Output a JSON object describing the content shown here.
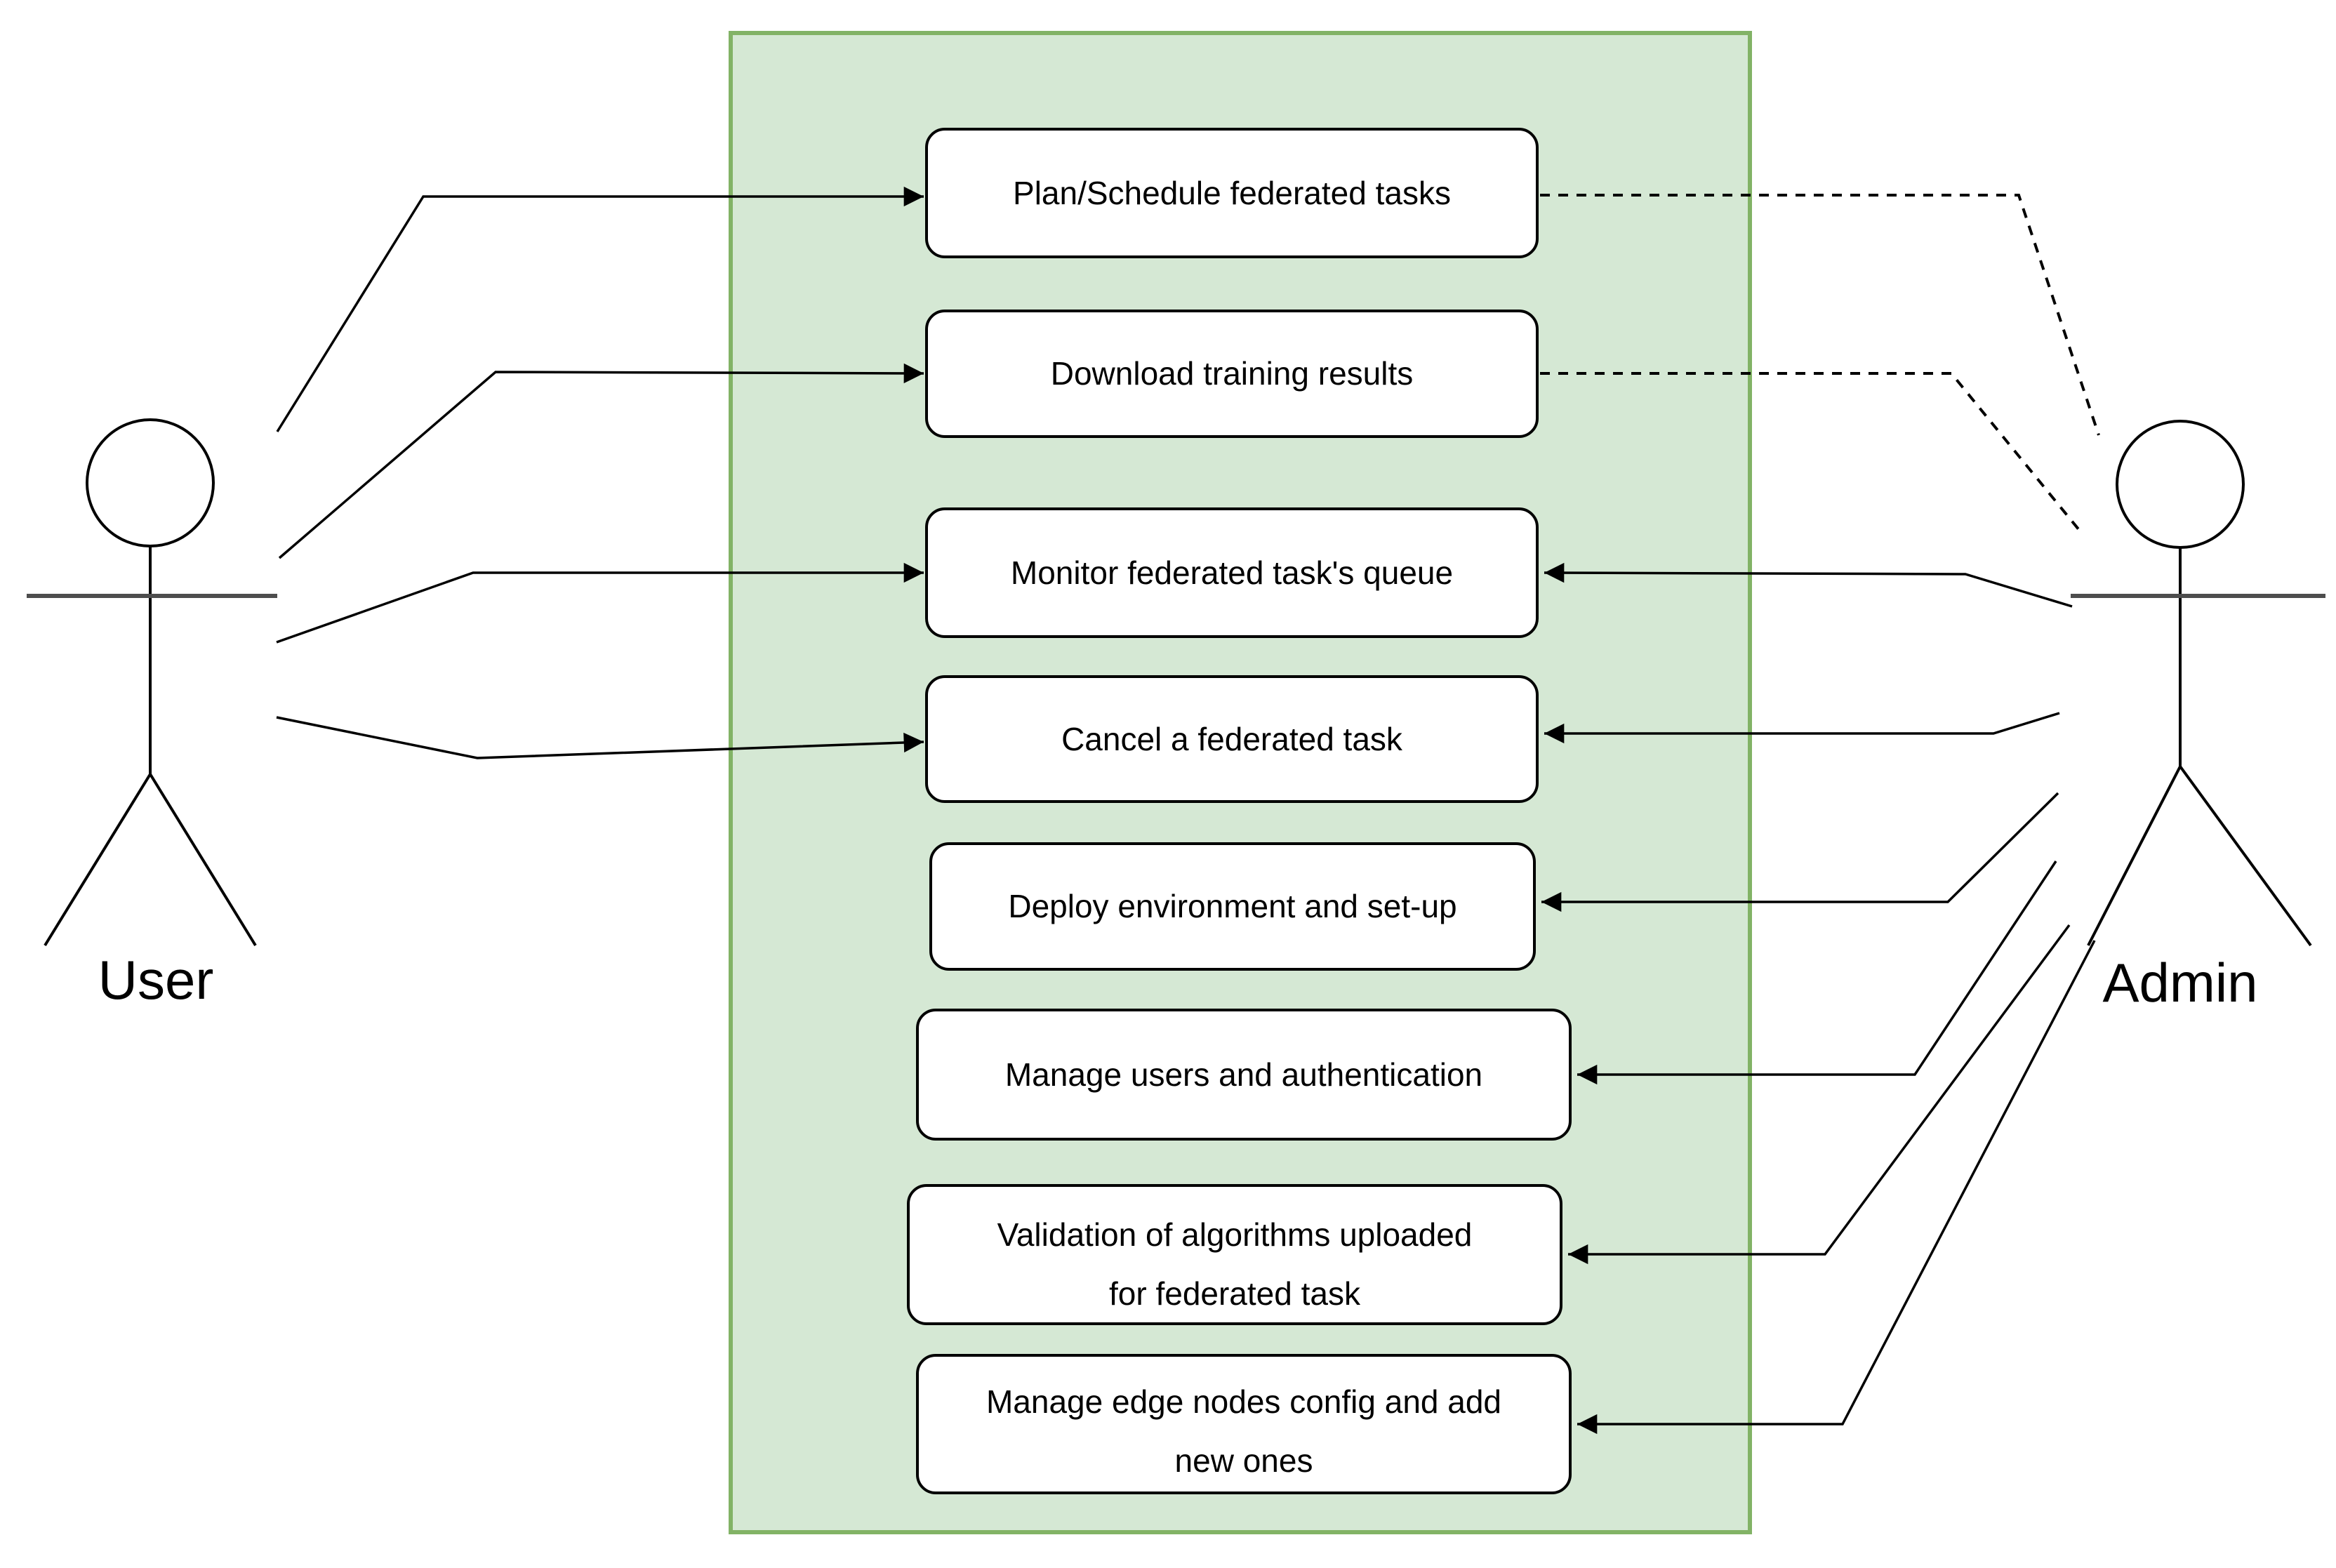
{
  "diagram_type": "uml-use-case",
  "colors": {
    "boundary_fill": "#d5e8d4",
    "boundary_stroke": "#82b366",
    "use_case_fill": "#ffffff",
    "line_color": "#000000"
  },
  "actors": [
    {
      "label": "User"
    },
    {
      "label": "Admin"
    }
  ],
  "use_cases": [
    {
      "lines": [
        "Plan/Schedule federated tasks"
      ]
    },
    {
      "lines": [
        "Download training results"
      ]
    },
    {
      "lines": [
        "Monitor federated task's queue"
      ]
    },
    {
      "lines": [
        "Cancel a federated task"
      ]
    },
    {
      "lines": [
        "Deploy environment and set-up"
      ]
    },
    {
      "lines": [
        "Manage users and authentication"
      ]
    },
    {
      "lines": [
        "Validation of algorithms uploaded",
        "for federated task"
      ]
    },
    {
      "lines": [
        "Manage edge nodes config and add",
        "new ones"
      ]
    }
  ],
  "associations": [
    {
      "from": "User",
      "to": "Plan/Schedule federated tasks",
      "style": "solid-arrow"
    },
    {
      "from": "User",
      "to": "Download training results",
      "style": "solid-arrow"
    },
    {
      "from": "User",
      "to": "Monitor federated task's queue",
      "style": "solid-arrow"
    },
    {
      "from": "User",
      "to": "Cancel a federated task",
      "style": "solid-arrow"
    },
    {
      "from": "Plan/Schedule federated tasks",
      "to": "Admin",
      "style": "dashed"
    },
    {
      "from": "Download training results",
      "to": "Admin",
      "style": "dashed"
    },
    {
      "from": "Admin",
      "to": "Monitor federated task's queue",
      "style": "solid-arrow"
    },
    {
      "from": "Admin",
      "to": "Cancel a federated task",
      "style": "solid-arrow"
    },
    {
      "from": "Admin",
      "to": "Deploy environment and set-up",
      "style": "solid-arrow"
    },
    {
      "from": "Admin",
      "to": "Manage users and authentication",
      "style": "solid-arrow"
    },
    {
      "from": "Admin",
      "to": "Validation of algorithms uploaded for federated task",
      "style": "solid-arrow"
    },
    {
      "from": "Admin",
      "to": "Manage edge nodes config and add new ones",
      "style": "solid-arrow"
    }
  ]
}
